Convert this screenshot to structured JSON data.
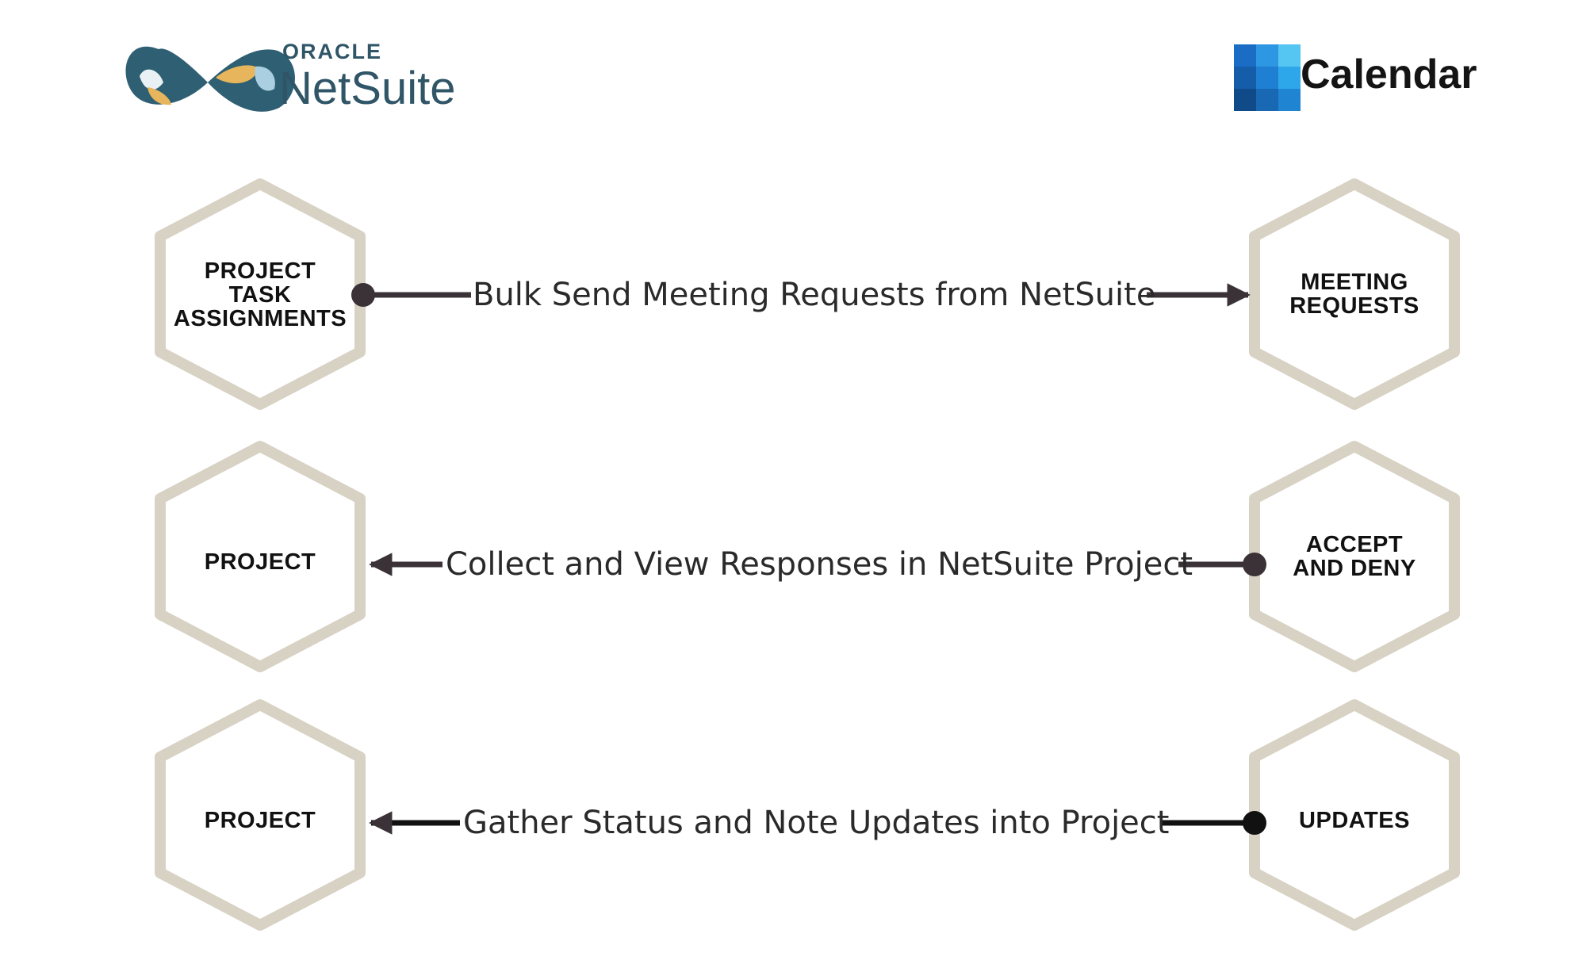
{
  "logos": {
    "netsuite": {
      "oracle_text": "ORACLE",
      "product_text": "NetSuite"
    },
    "calendar": {
      "text": "Calendar",
      "icon": "calendar-grid-icon"
    }
  },
  "flows": [
    {
      "left_node": "PROJECT\nTASK\nASSIGNMENTS",
      "label": "Bulk Send Meeting Requests from NetSuite",
      "right_node": "MEETING\nREQUESTS",
      "direction": "left-to-right"
    },
    {
      "left_node": "PROJECT",
      "label": "Collect and View Responses in NetSuite Project",
      "right_node": "ACCEPT\nAND DENY",
      "direction": "right-to-left"
    },
    {
      "left_node": "PROJECT",
      "label": "Gather Status and Note Updates into Project",
      "right_node": "UPDATES",
      "direction": "right-to-left"
    }
  ],
  "colors": {
    "hexagon_stroke": "#d8d2c4",
    "connector": "#3a3236",
    "netsuite_blue": "#2f5567",
    "calendar_blue": "#1e6fc7"
  }
}
